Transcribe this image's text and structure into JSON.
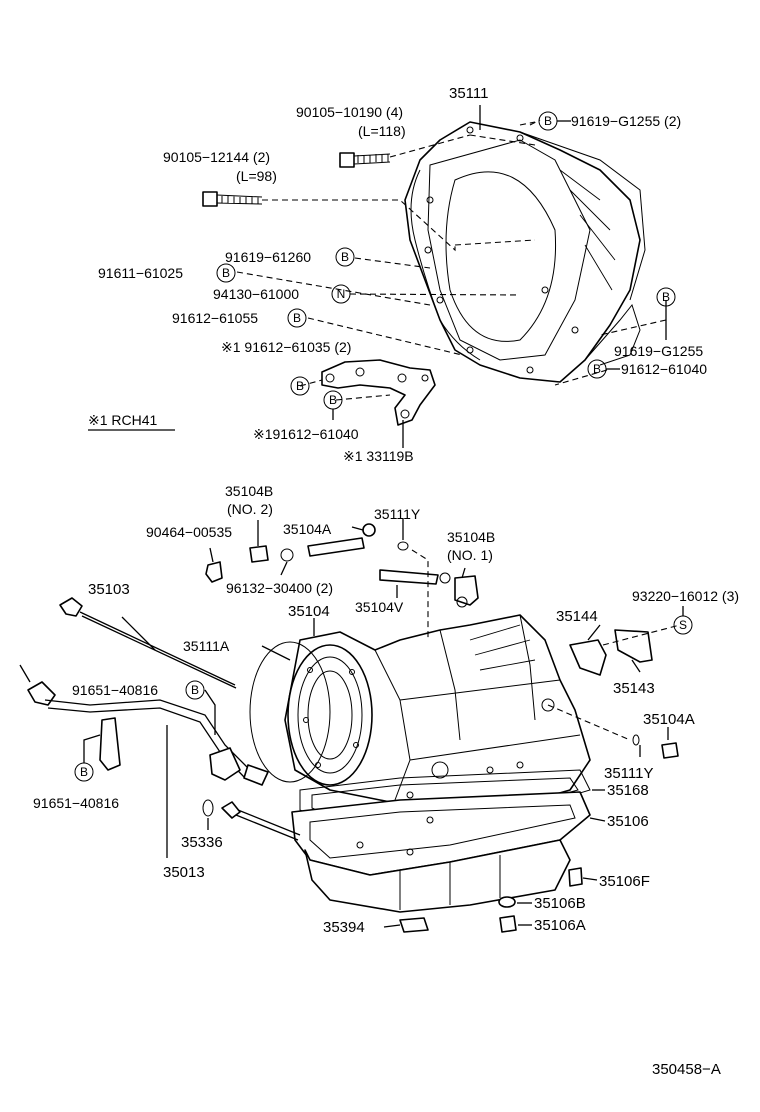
{
  "labels": {
    "p35111": "35111",
    "p90105_10190": "90105−10190 (4)",
    "p90105_10190_len": "(L=118)",
    "p91619_g1255_2": "91619−G1255 (2)",
    "p90105_12144": "90105−12144 (2)",
    "p90105_12144_len": "(L=98)",
    "p91619_61260": "91619−61260",
    "p91611_61025": "91611−61025",
    "p94130_61000": "94130−61000",
    "p91612_61055": "91612−61055",
    "p91612_61035": "※1 91612−61035 (2)",
    "p91619_g1255": "91619−G1255",
    "p91612_61040": "91612−61040",
    "p91612_61040_b": "※191612−61040",
    "p33119b": "※1 33119B",
    "note_rch41": "※1 RCH41",
    "p35104b_no2": "35104B",
    "p35104b_no2_sub": "(NO. 2)",
    "p90464_00535": "90464−00535",
    "p35104a_top": "35104A",
    "p35111y_top": "35111Y",
    "p35104b_no1": "35104B",
    "p35104b_no1_sub": "(NO. 1)",
    "p96132_30400": "96132−30400 (2)",
    "p35104v": "35104V",
    "p35103": "35103",
    "p35104": "35104",
    "p93220_16012": "93220−16012 (3)",
    "p35144": "35144",
    "p35143": "35143",
    "p35111a": "35111A",
    "p91651_40816_top": "91651−40816",
    "p91651_40816_bot": "91651−40816",
    "p35104a_right": "35104A",
    "p35111y_right": "35111Y",
    "p35168": "35168",
    "p35106": "35106",
    "p35336": "35336",
    "p35013": "35013",
    "p35106f": "35106F",
    "p35106b": "35106B",
    "p35106a": "35106A",
    "p35394": "35394",
    "diagram_id": "350458−A"
  },
  "callouts": {
    "b": "B",
    "n": "N",
    "s": "S"
  }
}
